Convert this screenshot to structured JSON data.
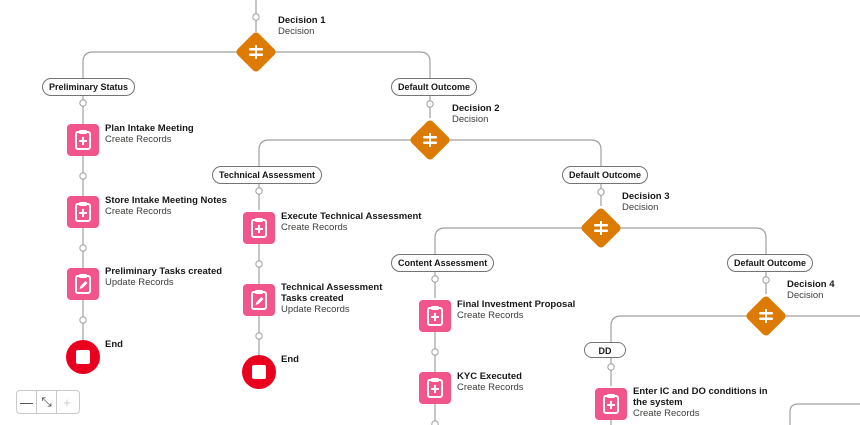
{
  "branches": {
    "preliminary_status": "Preliminary Status",
    "default_outcome_1": "Default Outcome",
    "technical_assessment": "Technical Assessment",
    "default_outcome_2": "Default Outcome",
    "content_assessment": "Content Assessment",
    "default_outcome_3": "Default Outcome",
    "dd": "DD"
  },
  "decisions": [
    {
      "title": "Decision 1",
      "subtitle": "Decision"
    },
    {
      "title": "Decision 2",
      "subtitle": "Decision"
    },
    {
      "title": "Decision 3",
      "subtitle": "Decision"
    },
    {
      "title": "Decision 4",
      "subtitle": "Decision"
    }
  ],
  "elements": [
    {
      "title": "Plan Intake Meeting",
      "subtitle": "Create Records",
      "icon": "create-records-icon"
    },
    {
      "title": "Store Intake Meeting Notes",
      "subtitle": "Create Records",
      "icon": "create-records-icon"
    },
    {
      "title": "Preliminary Tasks created",
      "subtitle": "Update Records",
      "icon": "update-records-icon"
    },
    {
      "title": "Execute Technical Assessment",
      "subtitle": "Create Records",
      "icon": "create-records-icon"
    },
    {
      "title": "Technical Assessment Tasks created",
      "subtitle": "Update Records",
      "icon": "update-records-icon"
    },
    {
      "title": "Final Investment Proposal",
      "subtitle": "Create Records",
      "icon": "create-records-icon"
    },
    {
      "title": "KYC Executed",
      "subtitle": "Create Records",
      "icon": "create-records-icon"
    },
    {
      "title": "Enter IC and DO conditions in the system",
      "subtitle": "Create Records",
      "icon": "create-records-icon"
    }
  ],
  "ends": [
    {
      "title": "End"
    },
    {
      "title": "End"
    }
  ],
  "colors": {
    "decision": "#dd7a01",
    "records": "#f2558a",
    "end": "#ea001e",
    "connector": "#a0a0a0"
  },
  "zoom_controls": {
    "zoom_out": "—",
    "fit": "⤡",
    "zoom_in": "+"
  }
}
